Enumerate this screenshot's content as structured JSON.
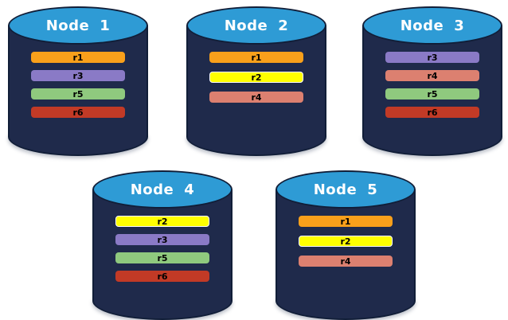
{
  "diagram": {
    "description": "Five database nodes showing replica placement",
    "background": "#FFFFFF"
  },
  "colors": {
    "cylinder_body": "#1F2A4B",
    "cylinder_outline": "#111E38",
    "cylinder_top": "#2E9BD5",
    "title_text": "#FFFFFF",
    "bar_text": "#000000"
  },
  "nodes": [
    {
      "title": "Node",
      "number": "1",
      "replicas": [
        {
          "label": "r1",
          "color": "#F9A01B"
        },
        {
          "label": "r3",
          "color": "#8A7AC6"
        },
        {
          "label": "r5",
          "color": "#8FC97E"
        },
        {
          "label": "r6",
          "color": "#C23A26"
        }
      ]
    },
    {
      "title": "Node",
      "number": "2",
      "replicas": [
        {
          "label": "r1",
          "color": "#F9A01B"
        },
        {
          "label": "r2",
          "color": "#FFFF00",
          "border": "#FFFFFF"
        },
        {
          "label": "r4",
          "color": "#DC8070"
        }
      ]
    },
    {
      "title": "Node",
      "number": "3",
      "replicas": [
        {
          "label": "r3",
          "color": "#8A7AC6"
        },
        {
          "label": "r4",
          "color": "#DC8070"
        },
        {
          "label": "r5",
          "color": "#8FC97E"
        },
        {
          "label": "r6",
          "color": "#C23A26"
        }
      ]
    },
    {
      "title": "Node",
      "number": "4",
      "replicas": [
        {
          "label": "r2",
          "color": "#FFFF00",
          "border": "#FFFFFF"
        },
        {
          "label": "r3",
          "color": "#8A7AC6"
        },
        {
          "label": "r5",
          "color": "#8FC97E"
        },
        {
          "label": "r6",
          "color": "#C23A26"
        }
      ]
    },
    {
      "title": "Node",
      "number": "5",
      "replicas": [
        {
          "label": "r1",
          "color": "#F9A01B"
        },
        {
          "label": "r2",
          "color": "#FFFF00",
          "border": "#FFFFFF"
        },
        {
          "label": "r4",
          "color": "#DC8070"
        }
      ]
    }
  ]
}
